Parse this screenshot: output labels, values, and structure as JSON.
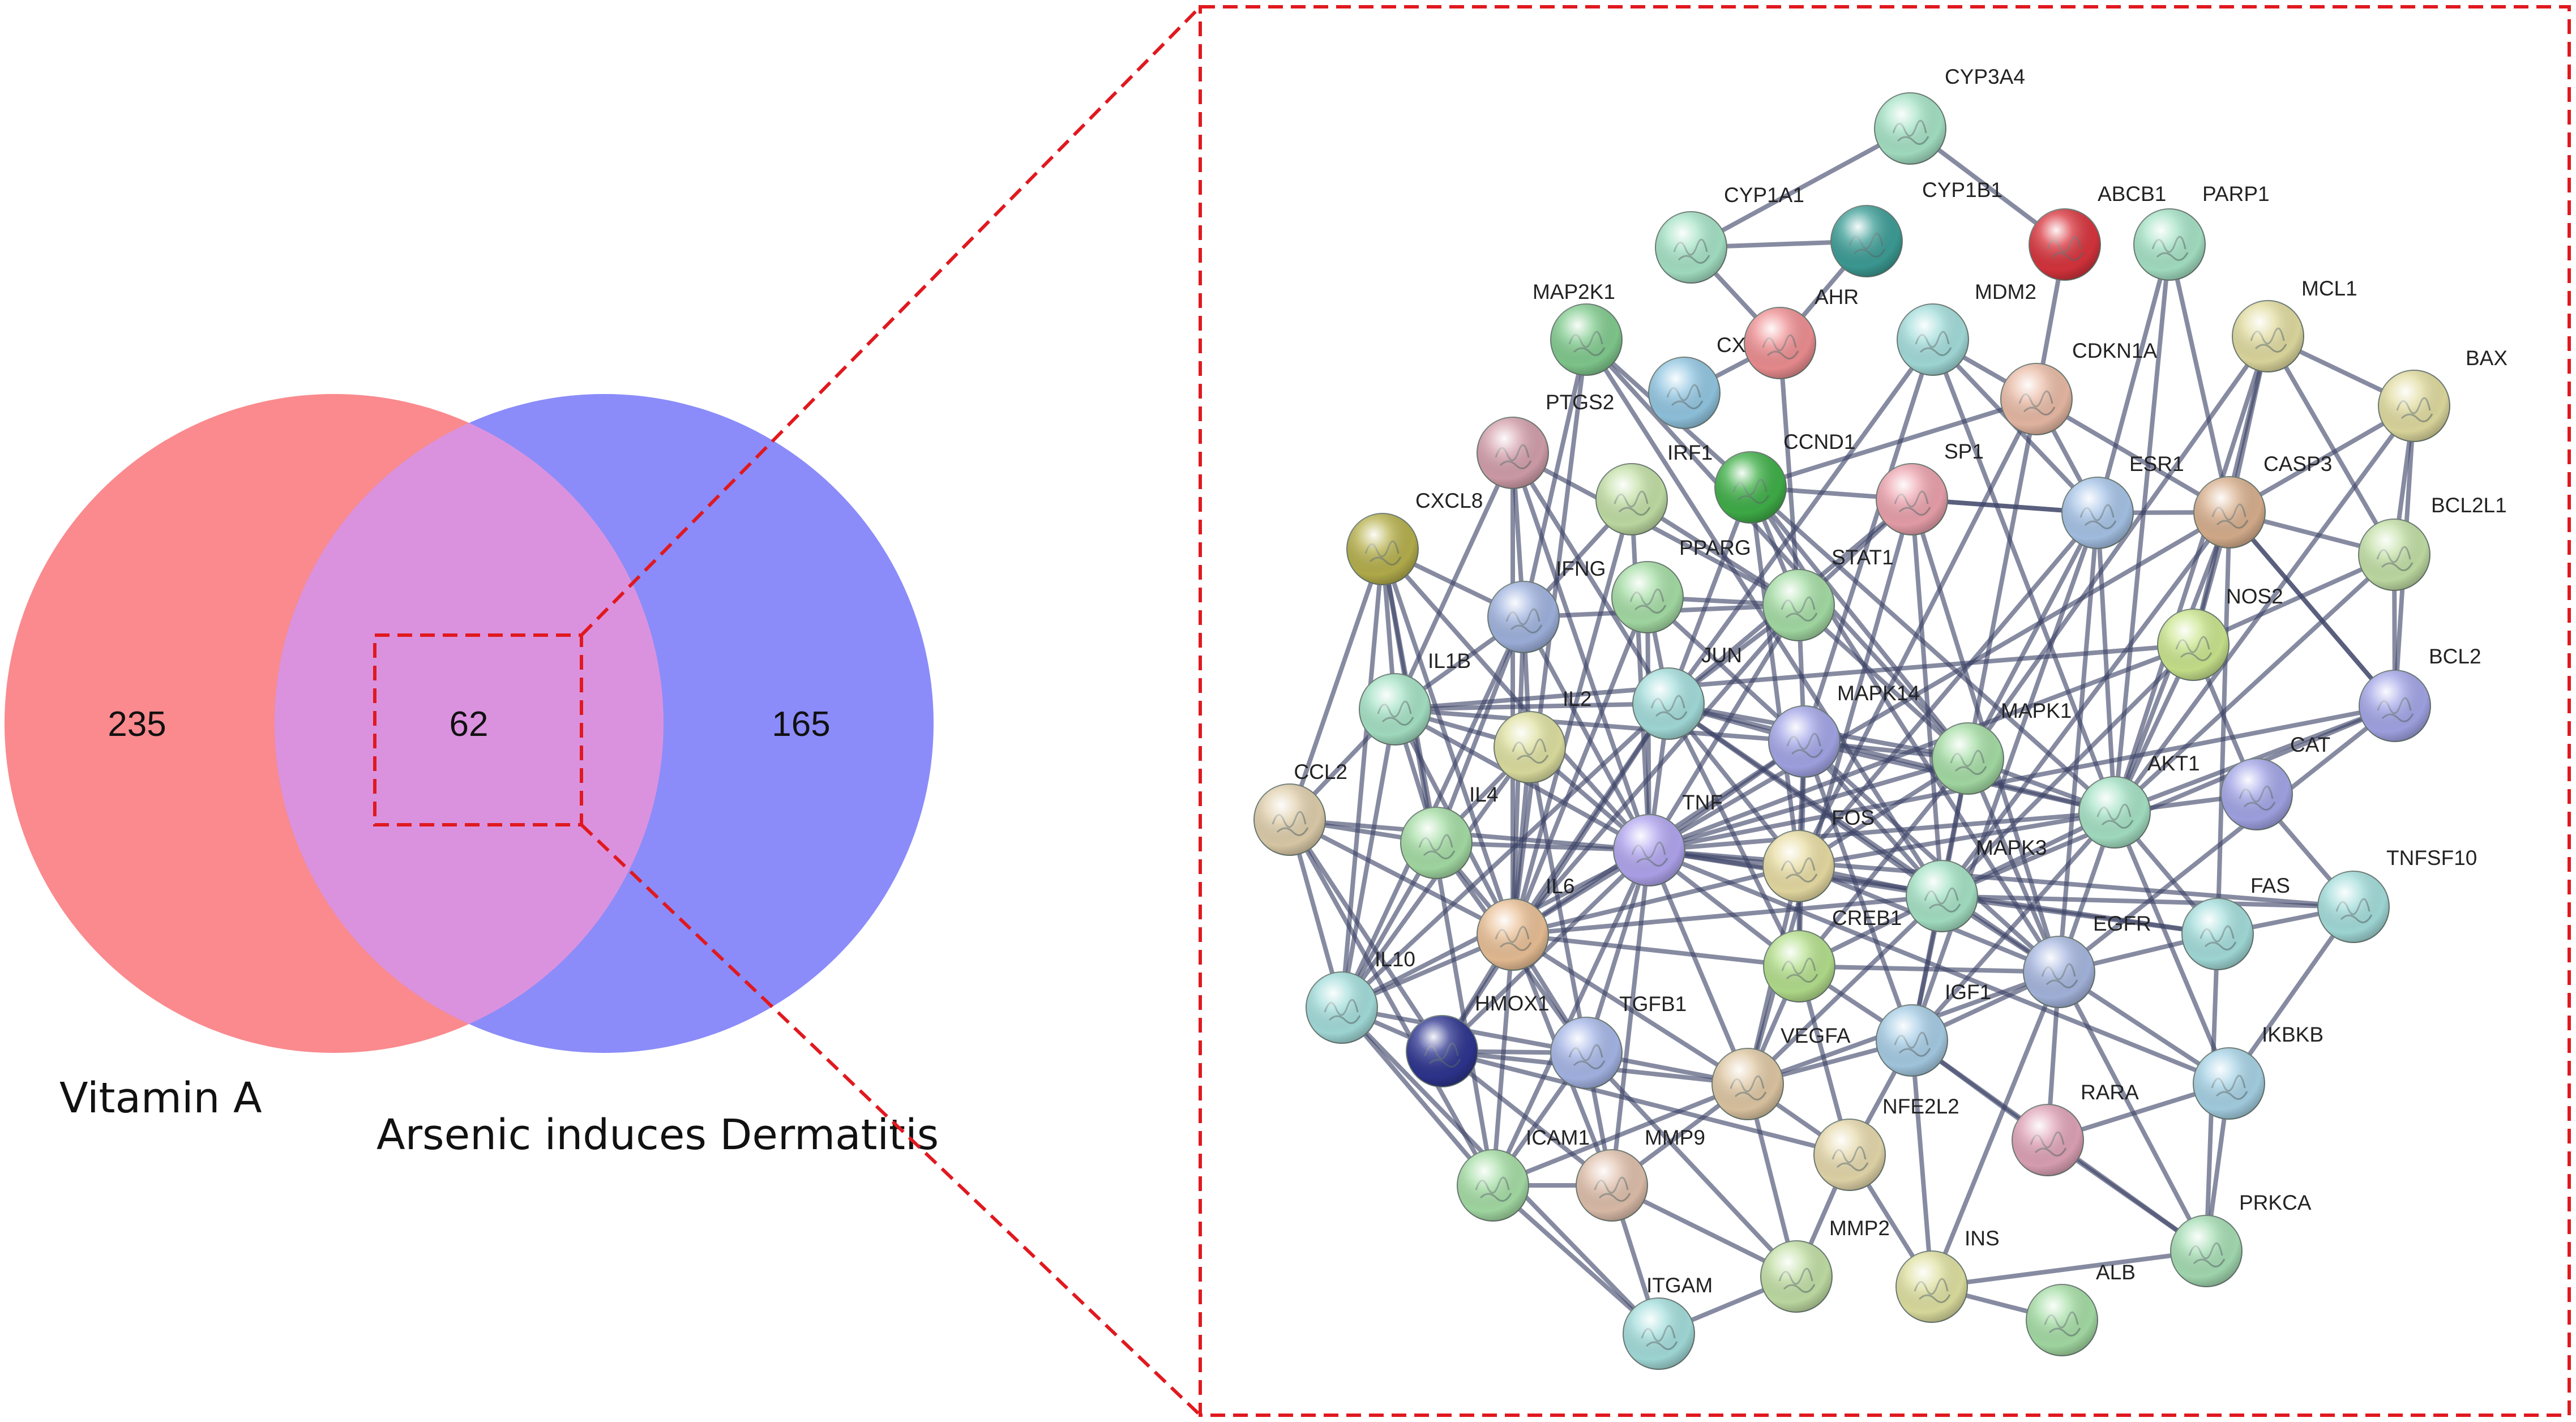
{
  "venn": {
    "sets": [
      {
        "label": "Vitamin A",
        "color": "#fa8a8e",
        "only_count": "235"
      },
      {
        "label": "Arsenic induces Dermatitis",
        "color": "#8b8cf9",
        "only_count": "165"
      }
    ],
    "intersection": {
      "count": "62",
      "color": "#db92de"
    },
    "zoom_color": "#e0191f"
  },
  "network": {
    "edge_color": "#3d4468",
    "nodes": [
      {
        "id": "CYP3A4",
        "color": "#a6e3c6"
      },
      {
        "id": "CYP1A1",
        "color": "#a6e3c6"
      },
      {
        "id": "CYP1B1",
        "color": "#3d9e97"
      },
      {
        "id": "ABCB1",
        "color": "#d9343d"
      },
      {
        "id": "PARP1",
        "color": "#a6e3c6"
      },
      {
        "id": "MAP2K1",
        "color": "#82cc8f"
      },
      {
        "id": "AHR",
        "color": "#ef8f92"
      },
      {
        "id": "CX",
        "color": "#93c7e3"
      },
      {
        "id": "MDM2",
        "color": "#a4dedc"
      },
      {
        "id": "CDKN1A",
        "color": "#eabba6"
      },
      {
        "id": "MCL1",
        "color": "#e1dca0"
      },
      {
        "id": "BAX",
        "color": "#e1dca0"
      },
      {
        "id": "PTGS2",
        "color": "#d4a0ac"
      },
      {
        "id": "IRF1",
        "color": "#c3e0a6"
      },
      {
        "id": "CCND1",
        "color": "#3fb048"
      },
      {
        "id": "SP1",
        "color": "#eca2ad"
      },
      {
        "id": "ESR1",
        "color": "#a7c4e8"
      },
      {
        "id": "CASP3",
        "color": "#d9b08e"
      },
      {
        "id": "BCL2L1",
        "color": "#c3e0a6"
      },
      {
        "id": "CXCL8",
        "color": "#b7b14d"
      },
      {
        "id": "IFNG",
        "color": "#a1b4e0"
      },
      {
        "id": "PPARG",
        "color": "#a6dea6"
      },
      {
        "id": "STAT1",
        "color": "#a6dea6"
      },
      {
        "id": "NOS2",
        "color": "#cbe68e"
      },
      {
        "id": "BCL2",
        "color": "#a4a6e8"
      },
      {
        "id": "IL1B",
        "color": "#a6e3c6"
      },
      {
        "id": "IL2",
        "color": "#dfe1a1"
      },
      {
        "id": "JUN",
        "color": "#a4dedc"
      },
      {
        "id": "MAPK14",
        "color": "#a4a6e8"
      },
      {
        "id": "MAPK1",
        "color": "#a6dea6"
      },
      {
        "id": "AKT1",
        "color": "#a6e3c6"
      },
      {
        "id": "CAT",
        "color": "#a4a6e8"
      },
      {
        "id": "CCL2",
        "color": "#e0cfac"
      },
      {
        "id": "IL4",
        "color": "#a6dea6"
      },
      {
        "id": "TNF",
        "color": "#b2a6f0"
      },
      {
        "id": "FOS",
        "color": "#e9dda4"
      },
      {
        "id": "MAPK3",
        "color": "#a6e3c6"
      },
      {
        "id": "TNFSF10",
        "color": "#a4dedc"
      },
      {
        "id": "FAS",
        "color": "#a4dedc"
      },
      {
        "id": "IL6",
        "color": "#eac096"
      },
      {
        "id": "CREB1",
        "color": "#b5e08d"
      },
      {
        "id": "EGFR",
        "color": "#a7b7e0"
      },
      {
        "id": "IGF1",
        "color": "#a7cde6"
      },
      {
        "id": "IL10",
        "color": "#a4dedc"
      },
      {
        "id": "HMOX1",
        "color": "#2e3590"
      },
      {
        "id": "TGFB1",
        "color": "#a7b7e8"
      },
      {
        "id": "VEGFA",
        "color": "#e0c8a4"
      },
      {
        "id": "IKBKB",
        "color": "#a7d3e6"
      },
      {
        "id": "RARA",
        "color": "#e0a4b8"
      },
      {
        "id": "NFE2L2",
        "color": "#e6d9ac"
      },
      {
        "id": "ICAM1",
        "color": "#a6dea6"
      },
      {
        "id": "MMP9",
        "color": "#e0c0ac"
      },
      {
        "id": "PRKCA",
        "color": "#a6deb4"
      },
      {
        "id": "MMP2",
        "color": "#c3e0a6"
      },
      {
        "id": "INS",
        "color": "#dfe1a1"
      },
      {
        "id": "ALB",
        "color": "#a6dea6"
      },
      {
        "id": "ITGAM",
        "color": "#a4dedc"
      }
    ]
  }
}
